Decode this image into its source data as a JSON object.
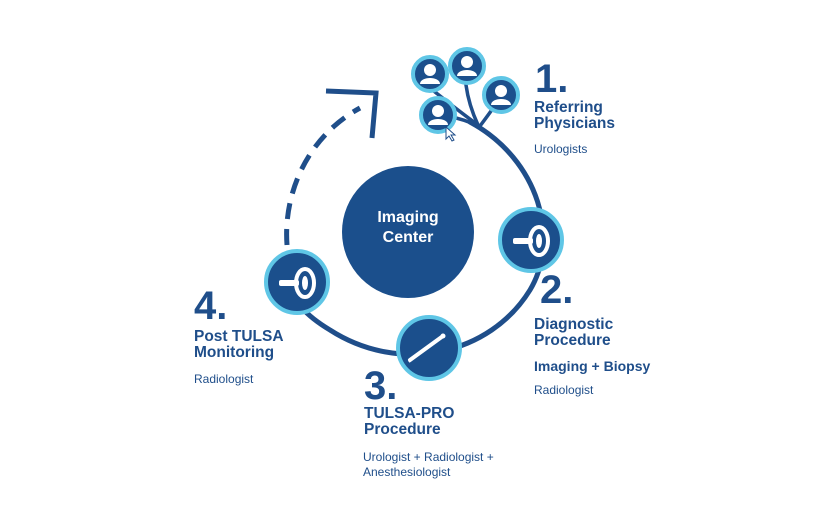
{
  "center": {
    "line1": "Imaging",
    "line2": "Center"
  },
  "steps": [
    {
      "number": "1.",
      "title_line1": "Referring",
      "title_line2": "Physicians",
      "role": "Urologists"
    },
    {
      "number": "2.",
      "title_line1": "Diagnostic",
      "title_line2": "Procedure",
      "detail": "Imaging + Biopsy",
      "role": "Radiologist"
    },
    {
      "number": "3.",
      "title_line1": "TULSA-PRO",
      "title_line2": "Procedure",
      "role_line1": "Urologist + Radiologist +",
      "role_line2": "Anesthesiologist"
    },
    {
      "number": "4.",
      "title_line1": "Post TULSA",
      "title_line2": "Monitoring",
      "role": "Radiologist"
    }
  ],
  "icons": {
    "physicians": "doctor-icon",
    "diagnostic": "mri-scanner-icon",
    "procedure": "catheter-icon",
    "monitoring": "mri-scanner-icon"
  },
  "colors": {
    "dark_blue": "#1f4e8a",
    "node_fill": "#1b4f8c",
    "node_ring": "#5fc6e6",
    "background": "#ffffff"
  }
}
